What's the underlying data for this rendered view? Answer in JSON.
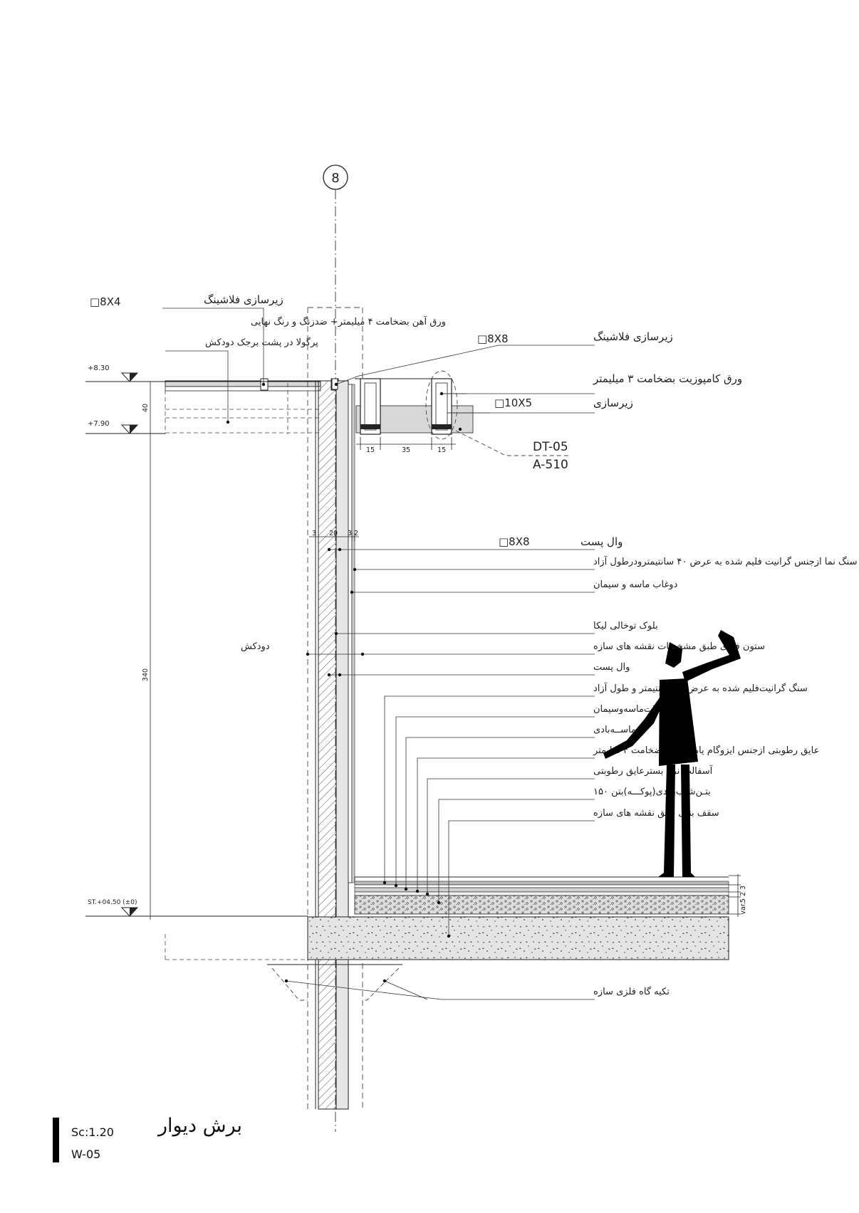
{
  "grid_bubble": "8",
  "elevations": {
    "top": "+8.30",
    "mid": "+7.90",
    "floor": "ST.+04.50 (±0)"
  },
  "dimensions": {
    "parapet_height": "40",
    "wall_height": "340",
    "wall_layers": [
      "3",
      "20",
      "3",
      "2"
    ],
    "sub_a": "15",
    "sub_b": "35",
    "sub_c": "15",
    "var": "var.",
    "floor_layers": "5 2 3"
  },
  "labels": {
    "flashing_left": "زیرسازی فلاشینگ",
    "flashing_left_size": "□8X4",
    "steel_sheet": "ورق آهن بضخامت ۴ میلیمتر+ ضدزنگ و رنگ نهایی",
    "pergola": "پرگولا در پشت برجک دودکش",
    "flashing_right": "زیرسازی فلاشینگ",
    "flashing_right_size": "□8X8",
    "composite": "ورق کامپوزیت بضخامت ۳ میلیمتر",
    "sub_frame": "زیرسازی",
    "sub_frame_size": "□10X5",
    "detail_ref_1": "DT-05",
    "detail_ref_2": "A-510",
    "wall_post_top": "وال پست",
    "wall_post_top_size": "□8X8",
    "granite_1": "سنگ نما ازجنس گرانیت فلیم شده به عرض ۴۰ سانتیمترودرطول آزاد",
    "slurry": "دوغاب ماسه و سیمان",
    "leca_block": "بلوک توخالی لیکا",
    "steel_column": "ستون فلزی طبق مشخصات نقشه های سازه",
    "wall_post": "وال پست",
    "granite_2": "سنگ گرانیت‌فلیم شده به عرض ۴۰ سانتیمتر و طول آزاد",
    "mortar": "ملات‌ماسه‌وسیمان",
    "sand": "ماســه‌بادی",
    "waterproof": "عایق رطوبتی ازجنس ایزوگام یامشابه به ضخامت ۴ میلیمتر",
    "asphalt": "آسفالت نرم بسترعایق رطوبتی",
    "slope_concrete": "بتـن‌شیب‌بنـدی(پوکـــه)بتن ۱۵۰",
    "concrete_slab": "سقف بتنی طبق نقشه های سازه",
    "chimney": "دودکش",
    "steel_support": "تکیه گاه فلزی سازه"
  },
  "footer": {
    "scale": "Sc:1.20",
    "sheet": "W-05",
    "title": "برش دیوار"
  }
}
